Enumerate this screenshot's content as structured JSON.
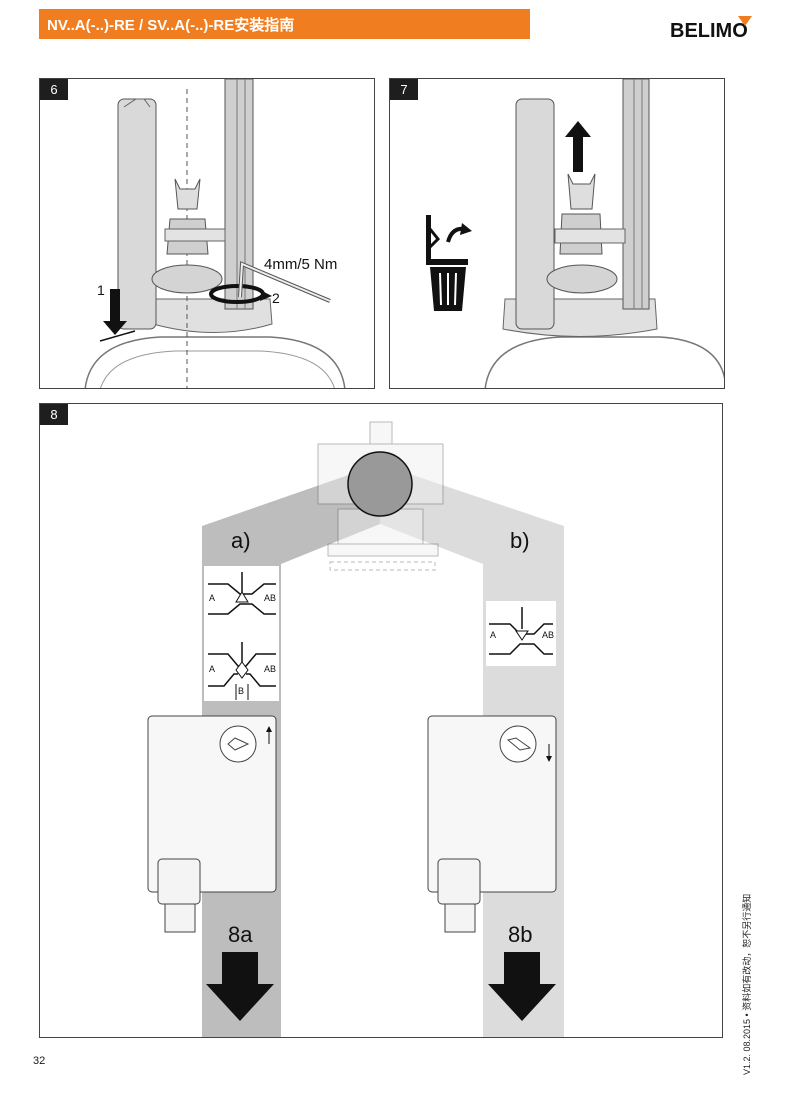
{
  "header": {
    "title": "NV..A(-..)-RE / SV..A(-..)-RE安装指南",
    "logo_text": "BELIMO",
    "brand_color": "#f07d1f"
  },
  "panels": [
    {
      "number": "6",
      "labels": {
        "step1": "1",
        "step2": "2",
        "torque": "4mm/5 Nm"
      }
    },
    {
      "number": "7",
      "icons": [
        "arrow-up-icon",
        "trash-bin-icon"
      ]
    },
    {
      "number": "8",
      "labels": {
        "a": "a)",
        "b": "b)",
        "a_port": "A",
        "ab_port": "AB",
        "b_port": "B",
        "result_a": "8a",
        "result_b": "8b"
      }
    }
  ],
  "footer": {
    "page_number": "32",
    "side_note": "V1.2. 08.2015 • 资料如有改动，恕不另行通知"
  }
}
